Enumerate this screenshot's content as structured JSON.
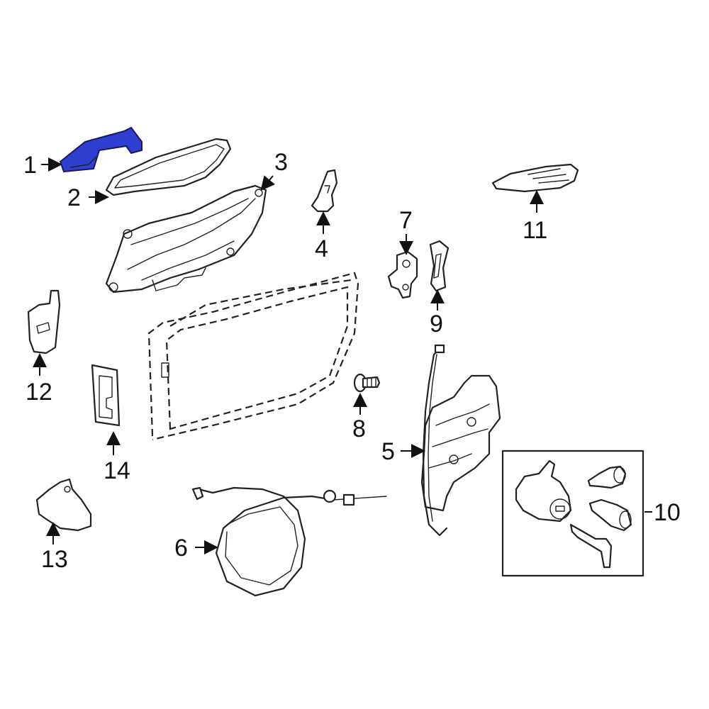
{
  "colors": {
    "highlight": "#2f3fd0",
    "line": "#222222",
    "background": "#ffffff"
  },
  "callouts": [
    {
      "id": "1",
      "label": "1"
    },
    {
      "id": "2",
      "label": "2"
    },
    {
      "id": "3",
      "label": "3"
    },
    {
      "id": "4",
      "label": "4"
    },
    {
      "id": "5",
      "label": "5"
    },
    {
      "id": "6",
      "label": "6"
    },
    {
      "id": "7",
      "label": "7"
    },
    {
      "id": "8",
      "label": "8"
    },
    {
      "id": "9",
      "label": "9"
    },
    {
      "id": "10",
      "label": "10"
    },
    {
      "id": "11",
      "label": "11"
    },
    {
      "id": "12",
      "label": "12"
    },
    {
      "id": "13",
      "label": "13"
    },
    {
      "id": "14",
      "label": "14"
    }
  ],
  "highlighted_part": "1"
}
